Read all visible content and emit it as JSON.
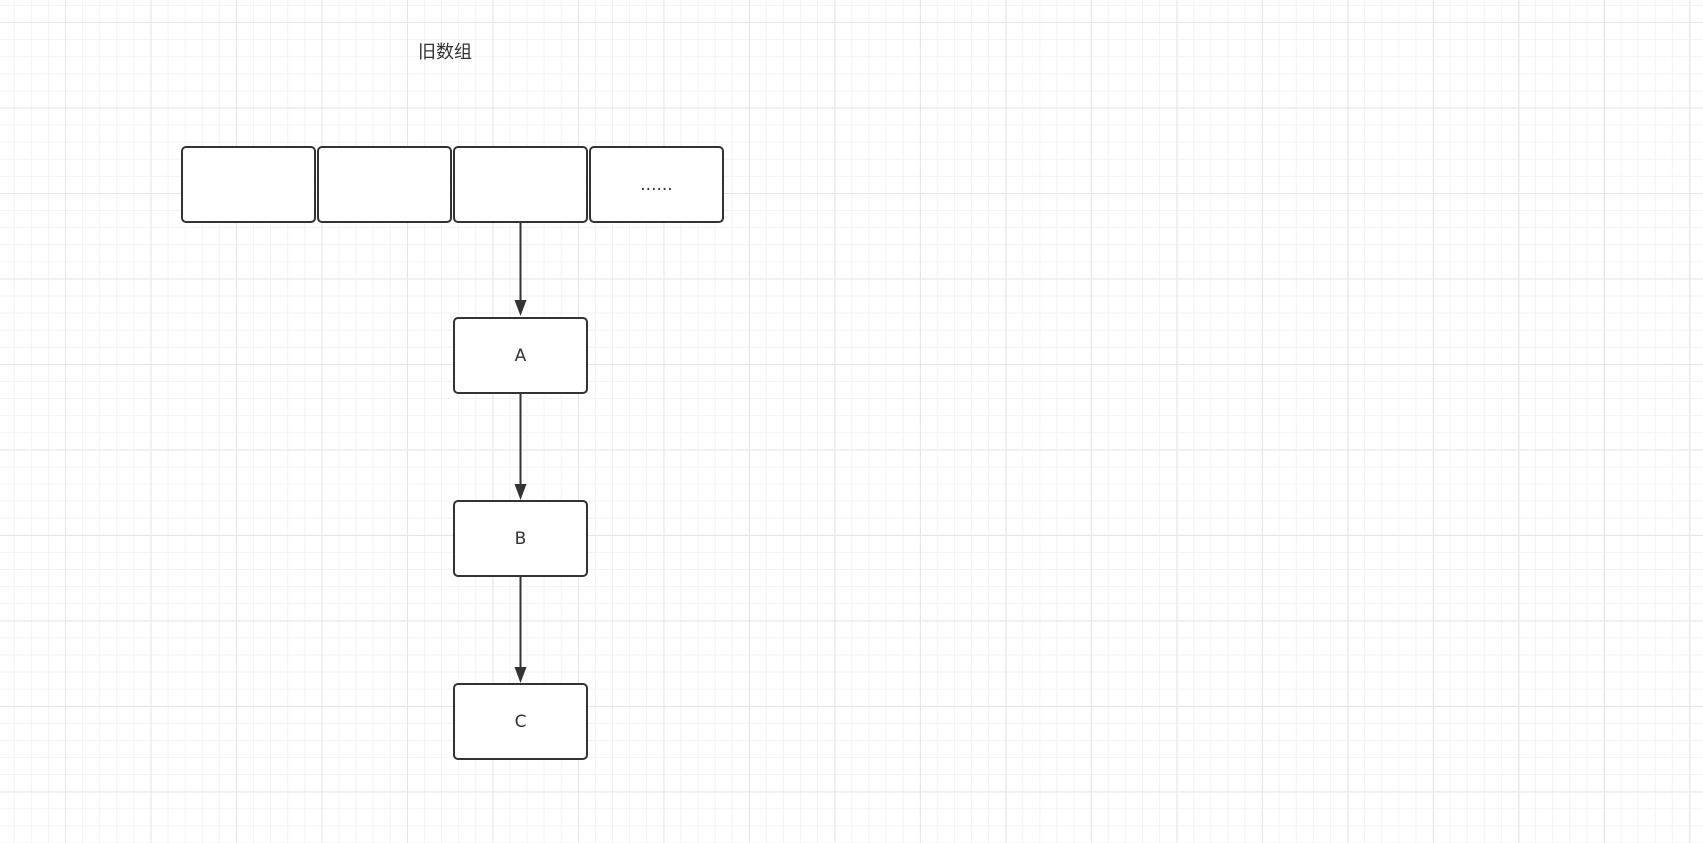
{
  "diagram": {
    "title": "旧数组",
    "array_cells": [
      "",
      "",
      "",
      "......"
    ],
    "nodes": [
      "A",
      "B",
      "C"
    ],
    "edges": [
      {
        "from": "array cell 3",
        "to": "A"
      },
      {
        "from": "A",
        "to": "B"
      },
      {
        "from": "B",
        "to": "C"
      }
    ]
  }
}
